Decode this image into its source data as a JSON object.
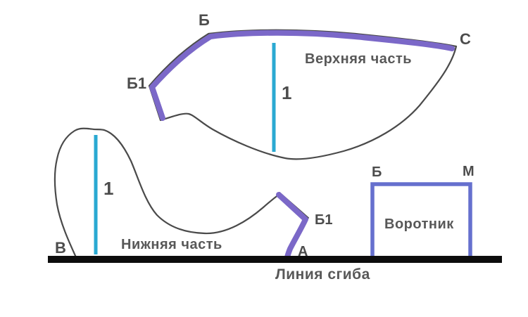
{
  "diagram": {
    "background": "#ffffff",
    "colors": {
      "outline_gray": "#4a4a4a",
      "accent_purple": "#7b68c8",
      "collar_blue": "#6670ce",
      "measure_cyan": "#2aa9d2",
      "fold_black": "#0d0d0d",
      "title_gray": "#585858",
      "point_gray": "#4c4c4c"
    },
    "pieces": {
      "upper": {
        "title": "Верхняя часть",
        "measure_label": "1",
        "points": {
          "b": "Б",
          "c": "С",
          "b1": "Б1"
        }
      },
      "lower": {
        "title": "Нижняя часть",
        "measure_label": "1",
        "points": {
          "v": "В",
          "a": "А",
          "b1": "Б1"
        }
      },
      "collar": {
        "title": "Воротник",
        "points": {
          "b": "Б",
          "m": "М"
        }
      }
    },
    "fold_line_label": "Линия сгиба"
  }
}
